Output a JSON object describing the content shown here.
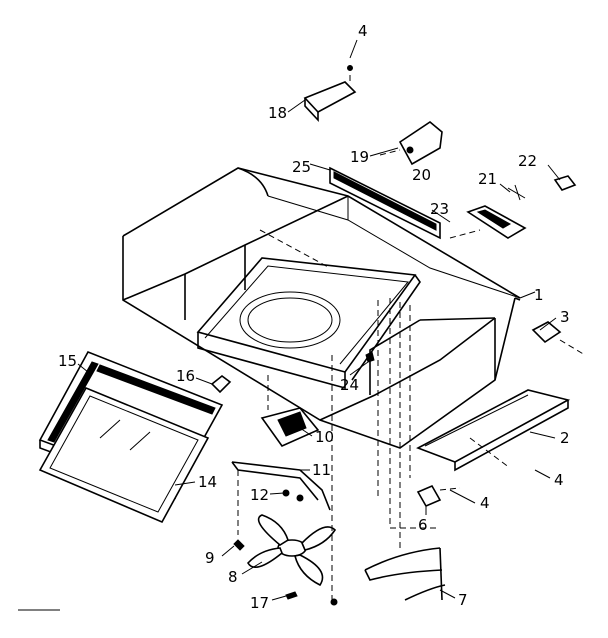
{
  "callouts": [
    {
      "id": "c1",
      "label": "1"
    },
    {
      "id": "c2",
      "label": "2"
    },
    {
      "id": "c3",
      "label": "3"
    },
    {
      "id": "c4a",
      "label": "4"
    },
    {
      "id": "c4b",
      "label": "4"
    },
    {
      "id": "c4c",
      "label": "4"
    },
    {
      "id": "c6",
      "label": "6"
    },
    {
      "id": "c7",
      "label": "7"
    },
    {
      "id": "c8",
      "label": "8"
    },
    {
      "id": "c9",
      "label": "9"
    },
    {
      "id": "c10",
      "label": "10"
    },
    {
      "id": "c11",
      "label": "11"
    },
    {
      "id": "c12",
      "label": "12"
    },
    {
      "id": "c14",
      "label": "14"
    },
    {
      "id": "c15",
      "label": "15"
    },
    {
      "id": "c16",
      "label": "16"
    },
    {
      "id": "c17",
      "label": "17"
    },
    {
      "id": "c18",
      "label": "18"
    },
    {
      "id": "c19",
      "label": "19"
    },
    {
      "id": "c20",
      "label": "20"
    },
    {
      "id": "c21",
      "label": "21"
    },
    {
      "id": "c22",
      "label": "22"
    },
    {
      "id": "c23",
      "label": "23"
    },
    {
      "id": "c24",
      "label": "24"
    },
    {
      "id": "c25",
      "label": "25"
    }
  ]
}
